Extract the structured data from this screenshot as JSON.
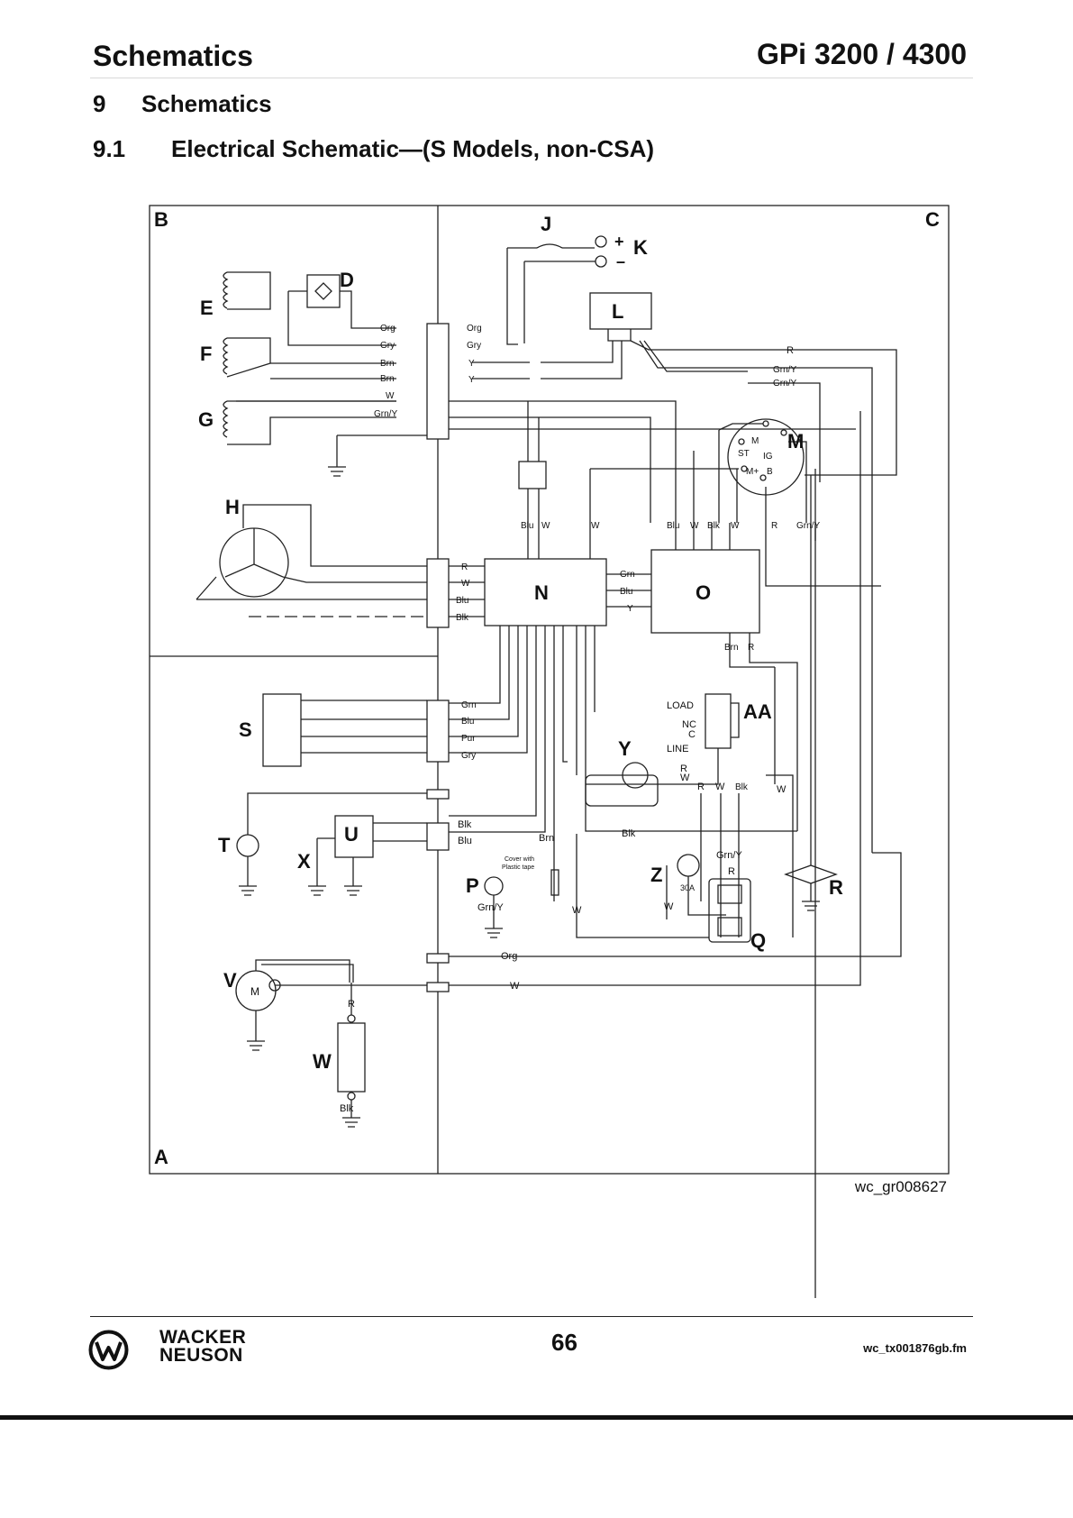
{
  "header": {
    "left": "Schematics",
    "right": "GPi 3200 / 4300"
  },
  "section": {
    "number": "9",
    "title": "Schematics"
  },
  "subsection": {
    "number": "9.1",
    "title": "Electrical Schematic—(S Models, non-CSA)"
  },
  "diagram": {
    "area_labels": {
      "A": "A",
      "B": "B",
      "C": "C"
    },
    "components": {
      "D": "D",
      "E": "E",
      "F": "F",
      "G": "G",
      "H": "H",
      "J": "J",
      "K": "K",
      "L": "L",
      "M": "M",
      "N": "N",
      "O": "O",
      "P": "P",
      "Q": "Q",
      "R": "R",
      "S": "S",
      "T": "T",
      "U": "U",
      "V": "V",
      "W": "W",
      "X": "X",
      "Y": "Y",
      "Z": "Z",
      "AA": "AA"
    },
    "terminal_plus": "+",
    "terminal_minus": "–",
    "motor_symbol": "M",
    "switch_labels": {
      "st": "ST",
      "ig": "IG",
      "b": "B",
      "mp": "M+",
      "mn": "M"
    },
    "outlet_30a": "30A",
    "cover_note_1": "Cover with",
    "cover_note_2": "Plastic tape",
    "wire_left_group1": [
      "Org",
      "Gry",
      "Brn",
      "Brn",
      "W",
      "Grn/Y"
    ],
    "wire_right_group1": [
      "Org",
      "Gry",
      "Y",
      "Y"
    ],
    "wire_right_stator": [
      "R",
      "W",
      "Blu",
      "Blk"
    ],
    "wire_right_S": [
      "Grn",
      "Blu",
      "Pur",
      "Gry"
    ],
    "wire_right_U": [
      "Blk",
      "Blu"
    ],
    "wire_org": "Org",
    "wire_w_bottom": "W",
    "wire_R_top": "R",
    "wire_grn_y_1": "Grn/Y",
    "wire_grn_y_2": "Grn/Y",
    "mid_wires": [
      "Blu",
      "W",
      "W",
      "Blu",
      "W",
      "Blk",
      "W",
      "R",
      "Grn/Y"
    ],
    "n_right_wires": [
      "Grn",
      "Blu",
      "Y"
    ],
    "o_bottom_wires": [
      "Brn",
      "R"
    ],
    "aa_labels": {
      "load": "LOAD",
      "nc": "NC",
      "c": "C",
      "line": "LINE"
    },
    "y_wires": [
      "R",
      "W"
    ],
    "y_bottom_wires": [
      "R",
      "W",
      "Blk",
      "W"
    ],
    "p_wires": {
      "brn": "Brn",
      "grn_y": "Grn/Y"
    },
    "blk_wire": "Blk",
    "q_wires": {
      "grn_y": "Grn/Y",
      "r": "R"
    },
    "w_wires": [
      "W",
      "W"
    ],
    "v_wires": {
      "r": "R",
      "blk": "Blk"
    }
  },
  "figure_ref": "wc_gr008627",
  "footer": {
    "brand_line1": "WACKER",
    "brand_line2": "NEUSON",
    "page": "66",
    "file_ref": "wc_tx001876gb.fm"
  }
}
